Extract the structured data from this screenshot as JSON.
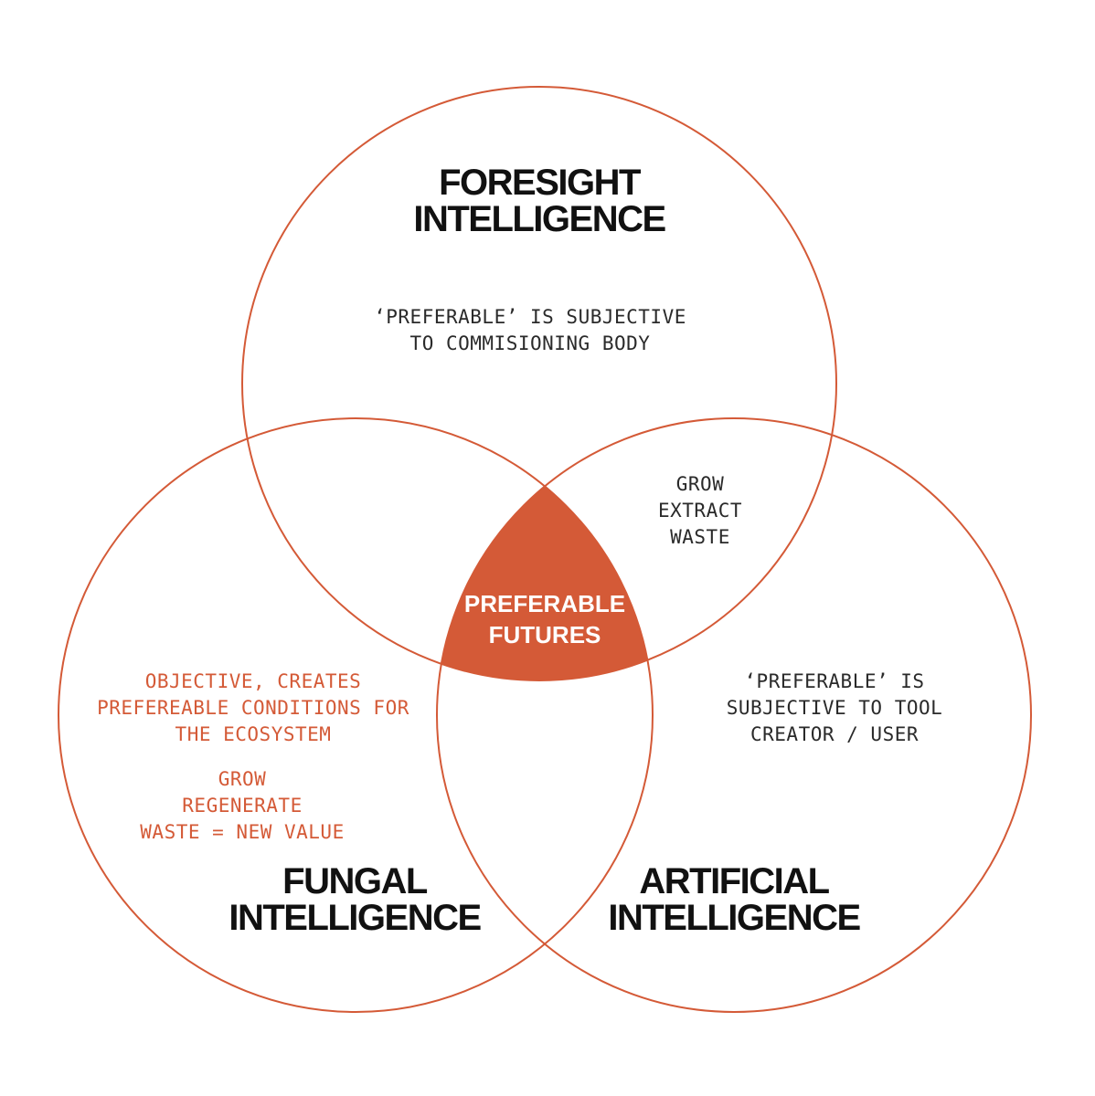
{
  "colors": {
    "accent": "#D45A37",
    "text": "#111111"
  },
  "circles": {
    "foresight": {
      "title_lines": [
        "FORESIGHT",
        "INTELLIGENCE"
      ],
      "note_lines": [
        "‘PREFERABLE’ IS SUBJECTIVE",
        "TO COMMISIONING BODY"
      ]
    },
    "fungal": {
      "title_lines": [
        "FUNGAL",
        "INTELLIGENCE"
      ],
      "note_lines": [
        "OBJECTIVE, CREATES",
        "PREFEREABLE CONDITIONS FOR",
        "THE ECOSYSTEM"
      ],
      "note2_lines": [
        "GROW",
        "REGENERATE",
        "WASTE = NEW VALUE"
      ]
    },
    "artificial": {
      "title_lines": [
        "ARTIFICIAL",
        "INTELLIGENCE"
      ],
      "note_lines": [
        "‘PREFERABLE’ IS",
        "SUBJECTIVE TO TOOL",
        "CREATOR / USER"
      ]
    }
  },
  "overlap_foresight_artificial": {
    "lines": [
      "GROW",
      "EXTRACT",
      "WASTE"
    ]
  },
  "center": {
    "lines": [
      "PREFERABLE",
      "FUTURES"
    ]
  }
}
